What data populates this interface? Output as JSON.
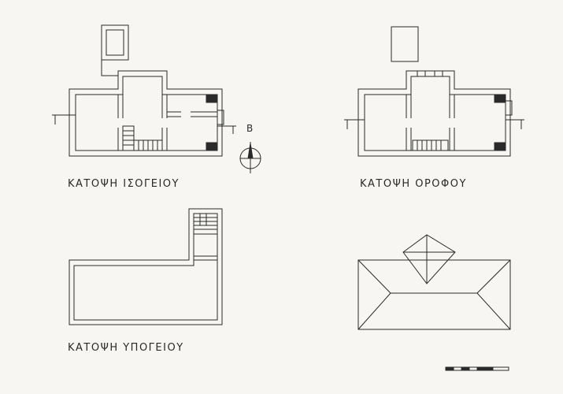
{
  "labels": {
    "ground_floor": "ΚΑΤΟΨΗ ΙΣΟΓΕΙΟΥ",
    "upper_floor": "ΚΑΤΟΨΗ ΟΡΟΦΟΥ",
    "basement": "ΚΑΤΟΨΗ ΥΠΟΓΕΙΟΥ",
    "north": "Β"
  },
  "colors": {
    "ink": "#2a2a2a",
    "paper": "#f7f6f3"
  }
}
